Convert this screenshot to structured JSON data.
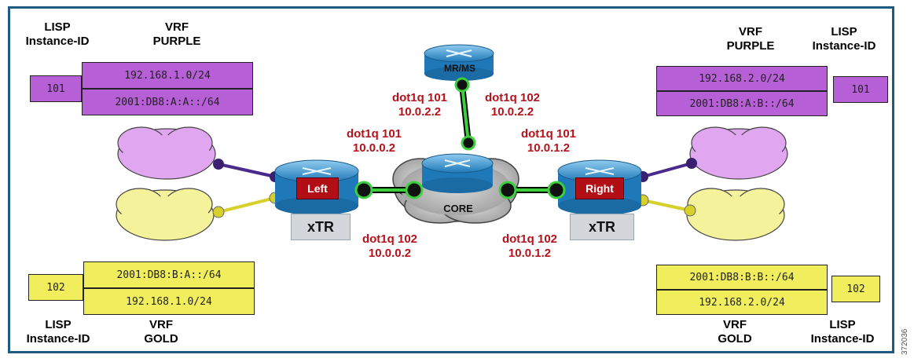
{
  "left": {
    "purple": {
      "lisp_label": "LISP\nInstance-ID",
      "vrf_label": "VRF\nPURPLE",
      "instance_id": "101",
      "ipv4": "192.168.1.0/24",
      "ipv6": "2001:DB8:A:A::/64"
    },
    "gold": {
      "lisp_label": "LISP\nInstance-ID",
      "vrf_label": "VRF\nGOLD",
      "instance_id": "102",
      "ipv6": "2001:DB8:B:A::/64",
      "ipv4": "192.168.1.0/24"
    },
    "router_label": "Left",
    "xtr_label": "xTR"
  },
  "right": {
    "purple": {
      "lisp_label": "LISP\nInstance-ID",
      "vrf_label": "VRF\nPURPLE",
      "instance_id": "101",
      "ipv4": "192.168.2.0/24",
      "ipv6": "2001:DB8:A:B::/64"
    },
    "gold": {
      "lisp_label": "LISP\nInstance-ID",
      "vrf_label": "VRF\nGOLD",
      "instance_id": "102",
      "ipv6": "2001:DB8:B:B::/64",
      "ipv4": "192.168.2.0/24"
    },
    "router_label": "Right",
    "xtr_label": "xTR"
  },
  "core": {
    "label": "CORE",
    "mrms_label": "MR/MS"
  },
  "links": {
    "mrms_101": "dot1q 101\n10.0.2.2",
    "mrms_102": "dot1q 102\n10.0.2.2",
    "left_101": "dot1q 101\n10.0.0.2",
    "left_102": "dot1q 102\n10.0.0.2",
    "right_101": "dot1q 101\n10.0.1.2",
    "right_102": "dot1q 102\n10.0.1.2"
  },
  "figure_number": "372036",
  "colors": {
    "border": "#1f5a80",
    "purple_box": "#b65fd6",
    "gold_box": "#f1ee5e",
    "purple_cloud": "#e0a6f0",
    "gold_cloud": "#f4f29a",
    "router": "#2d89c5",
    "label_red": "#b5121b",
    "link_green": "#3cd13c"
  }
}
